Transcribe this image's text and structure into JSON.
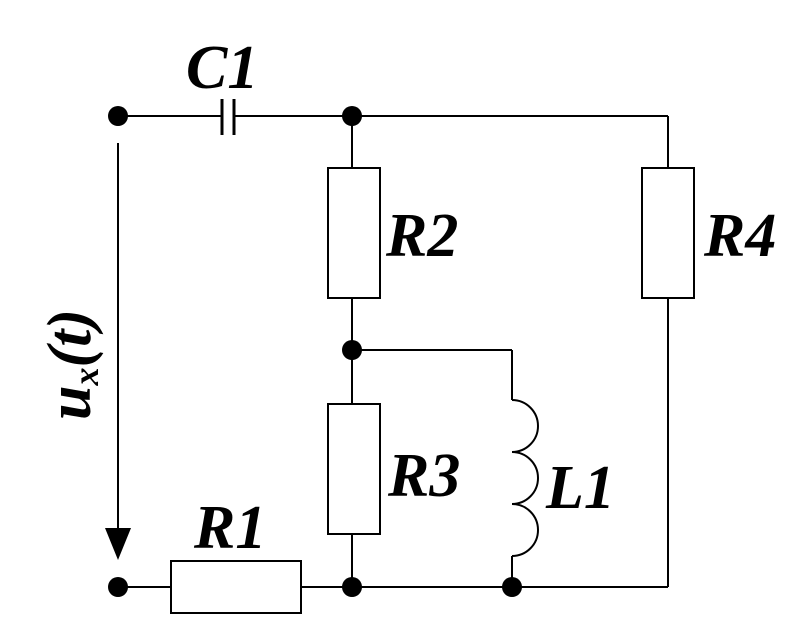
{
  "diagram": {
    "labels": {
      "c1": "C1",
      "r1": "R1",
      "r2": "R2",
      "r3": "R3",
      "r4": "R4",
      "l1": "L1"
    },
    "voltage": {
      "symbol": "u",
      "subscript": "x",
      "argument": "(t)"
    }
  }
}
